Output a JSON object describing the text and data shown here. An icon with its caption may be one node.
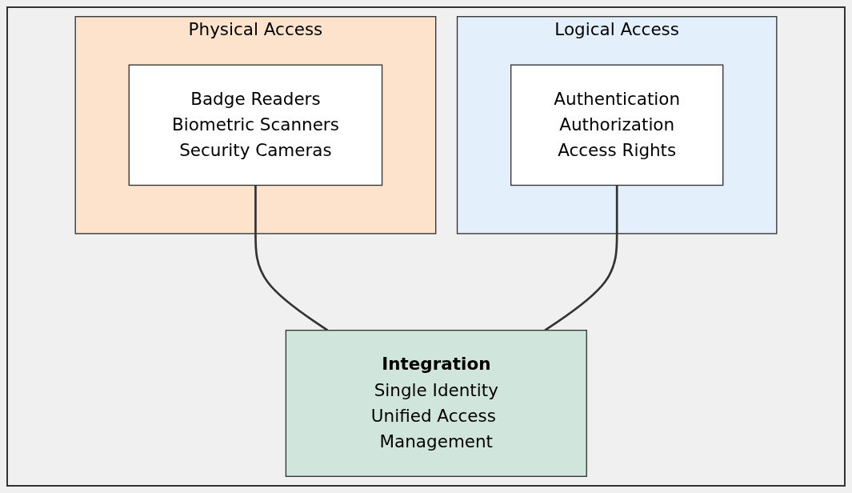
{
  "diagram": {
    "nodes": [
      {
        "text": [
          "Physical Access"
        ]
      },
      {
        "text": [
          "Badge Readers",
          "Biometric Scanners",
          "Security Cameras"
        ],
        "in": 0
      },
      {
        "text": [
          "Logical Access"
        ]
      },
      {
        "text": [
          "Authentication",
          "Authorization",
          "Access Rights"
        ],
        "in": 2
      },
      {
        "text": [
          "Integration",
          "Single Identity",
          "Unified Access Management"
        ]
      }
    ],
    "edges": [
      {
        "from": 1,
        "to": 4,
        "arrow": "none"
      },
      {
        "from": 3,
        "to": 4,
        "arrow": "none"
      }
    ]
  }
}
